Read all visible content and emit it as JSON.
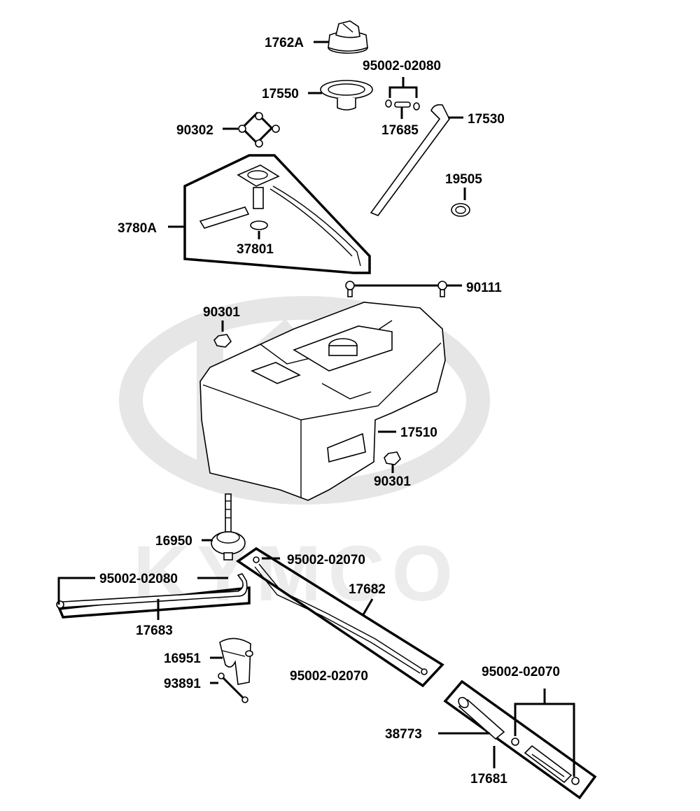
{
  "watermark": {
    "brand": "KYMCO"
  },
  "labels": {
    "p1762A": "1762A",
    "p95002_02080_top": "95002-02080",
    "p17550": "17550",
    "p17530": "17530",
    "p90302": "90302",
    "p17685": "17685",
    "p19505": "19505",
    "p3780A": "3780A",
    "p37801": "37801",
    "p90111": "90111",
    "p90301_top": "90301",
    "p17510": "17510",
    "p90301_bottom": "90301",
    "p16950": "16950",
    "p95002_02070_a": "95002-02070",
    "p95002_02080_bottom": "95002-02080",
    "p17682": "17682",
    "p17683": "17683",
    "p16951": "16951",
    "p93891": "93891",
    "p95002_02070_b": "95002-02070",
    "p95002_02070_c": "95002-02070",
    "p38773": "38773",
    "p17681": "17681"
  }
}
